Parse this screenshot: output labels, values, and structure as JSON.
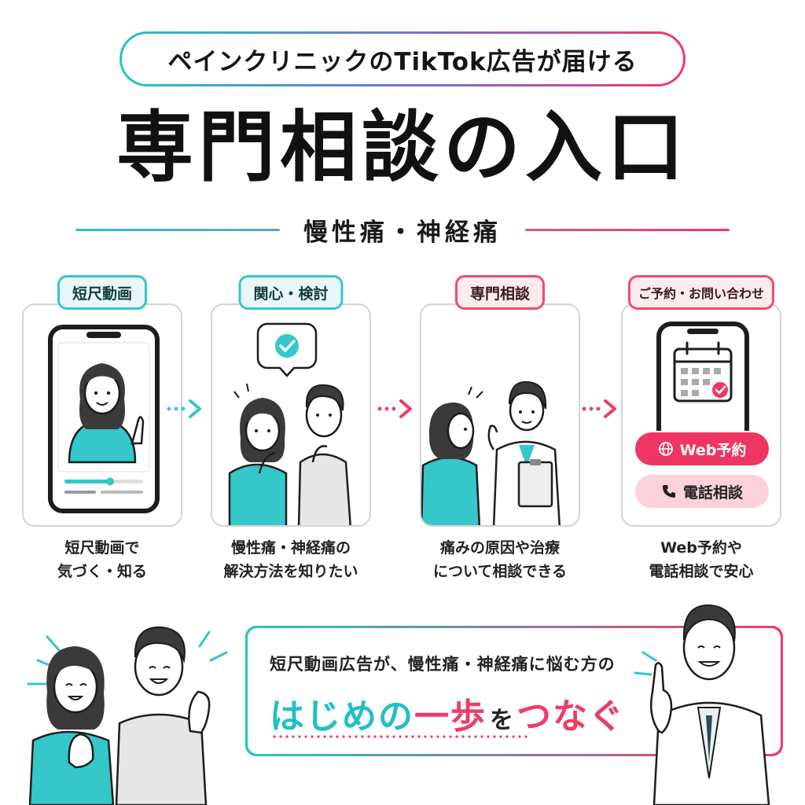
{
  "header": {
    "pill_text": "ペインクリニックのTikTok広告が届ける"
  },
  "title": "専門相談の入口",
  "subtitle": "慢性痛・神経痛",
  "steps": [
    {
      "label": "短尺動画",
      "caption_line1": "短尺動画で",
      "caption_line2": "気づく・知る"
    },
    {
      "label": "関心・検討",
      "caption_line1": "慢性痛・神経痛の",
      "caption_line2": "解決方法を知りたい"
    },
    {
      "label": "専門相談",
      "caption_line1": "痛みの原因や治療",
      "caption_line2": "について相談できる"
    },
    {
      "label": "ご予約・お問い合わせ",
      "caption_line1": "Web予約や",
      "caption_line2": "電話相談で安心"
    }
  ],
  "buttons": {
    "web": "Web予約",
    "tel": "電話相談"
  },
  "message": {
    "line1": "短尺動画広告が、慢性痛・神経痛に悩む方の",
    "part1": "はじめの",
    "part2": "一歩",
    "part3": "を",
    "part4": "つなぐ"
  },
  "colors": {
    "teal": "#35c7c9",
    "pink": "#ef3b66",
    "text": "#1a1a1a"
  },
  "icons": [
    "check-icon",
    "calendar-icon",
    "globe-icon",
    "phone-icon",
    "arrow-right-icon"
  ]
}
